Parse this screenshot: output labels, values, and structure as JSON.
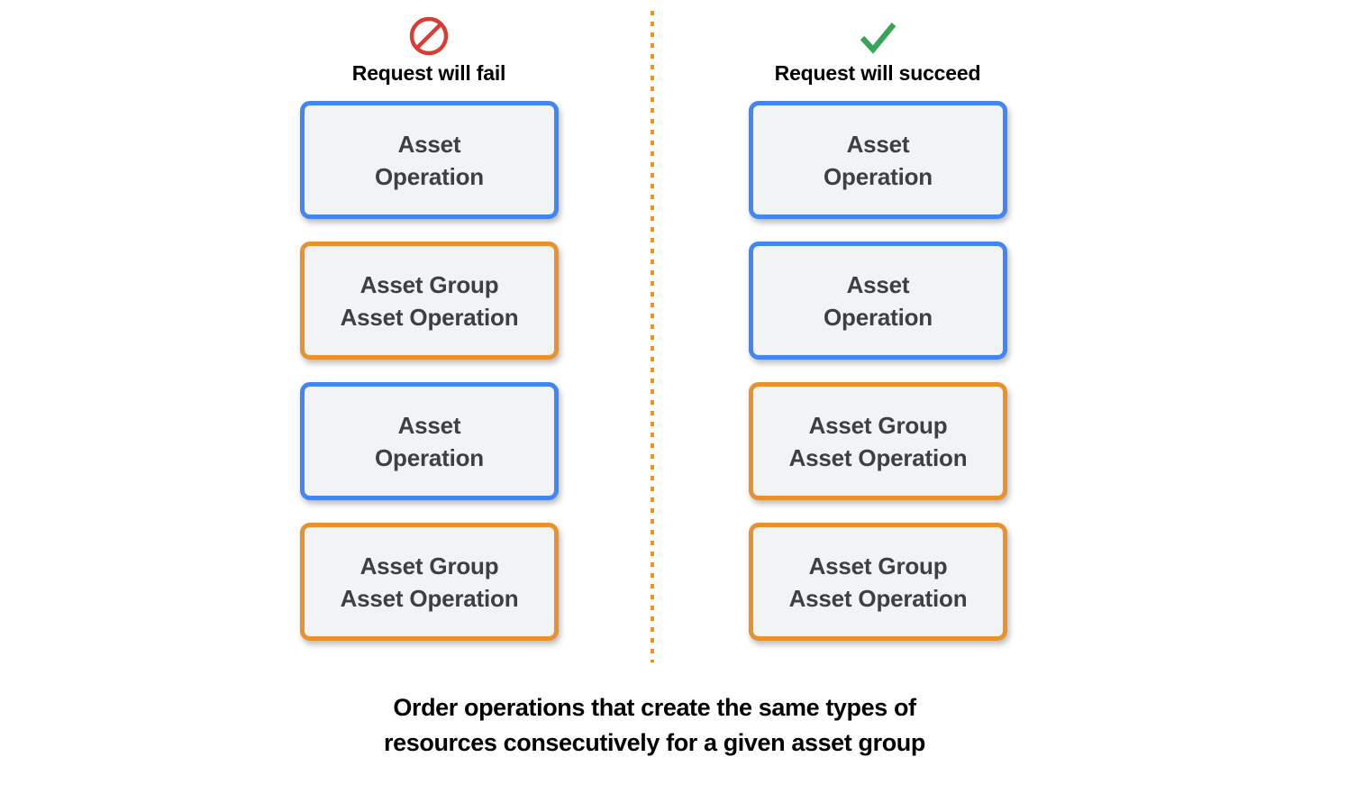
{
  "colors": {
    "blue": "#4285F4",
    "orange": "#E8912D",
    "card_fill": "#F1F3F4",
    "card_text": "#3C4043",
    "fail_icon": "#DB3B32",
    "succeed_icon": "#37A457",
    "background": "#FFFFFF"
  },
  "divider": {
    "style": "dotted-vertical",
    "color": "#E8912D"
  },
  "columns": [
    {
      "id": "fail",
      "icon": "prohibition-icon",
      "icon_color": "#DB3B32",
      "header": "Request will fail",
      "cards": [
        {
          "text": "Asset\nOperation",
          "border": "blue"
        },
        {
          "text": "Asset Group\nAsset Operation",
          "border": "orange"
        },
        {
          "text": "Asset\nOperation",
          "border": "blue"
        },
        {
          "text": "Asset Group\nAsset Operation",
          "border": "orange"
        }
      ]
    },
    {
      "id": "succeed",
      "icon": "checkmark-icon",
      "icon_color": "#37A457",
      "header": "Request will succeed",
      "cards": [
        {
          "text": "Asset\nOperation",
          "border": "blue"
        },
        {
          "text": "Asset\nOperation",
          "border": "blue"
        },
        {
          "text": "Asset Group\nAsset Operation",
          "border": "orange"
        },
        {
          "text": "Asset Group\nAsset Operation",
          "border": "orange"
        }
      ]
    }
  ],
  "caption": "Order operations that create the same types of\nresources consecutively for a given asset group"
}
